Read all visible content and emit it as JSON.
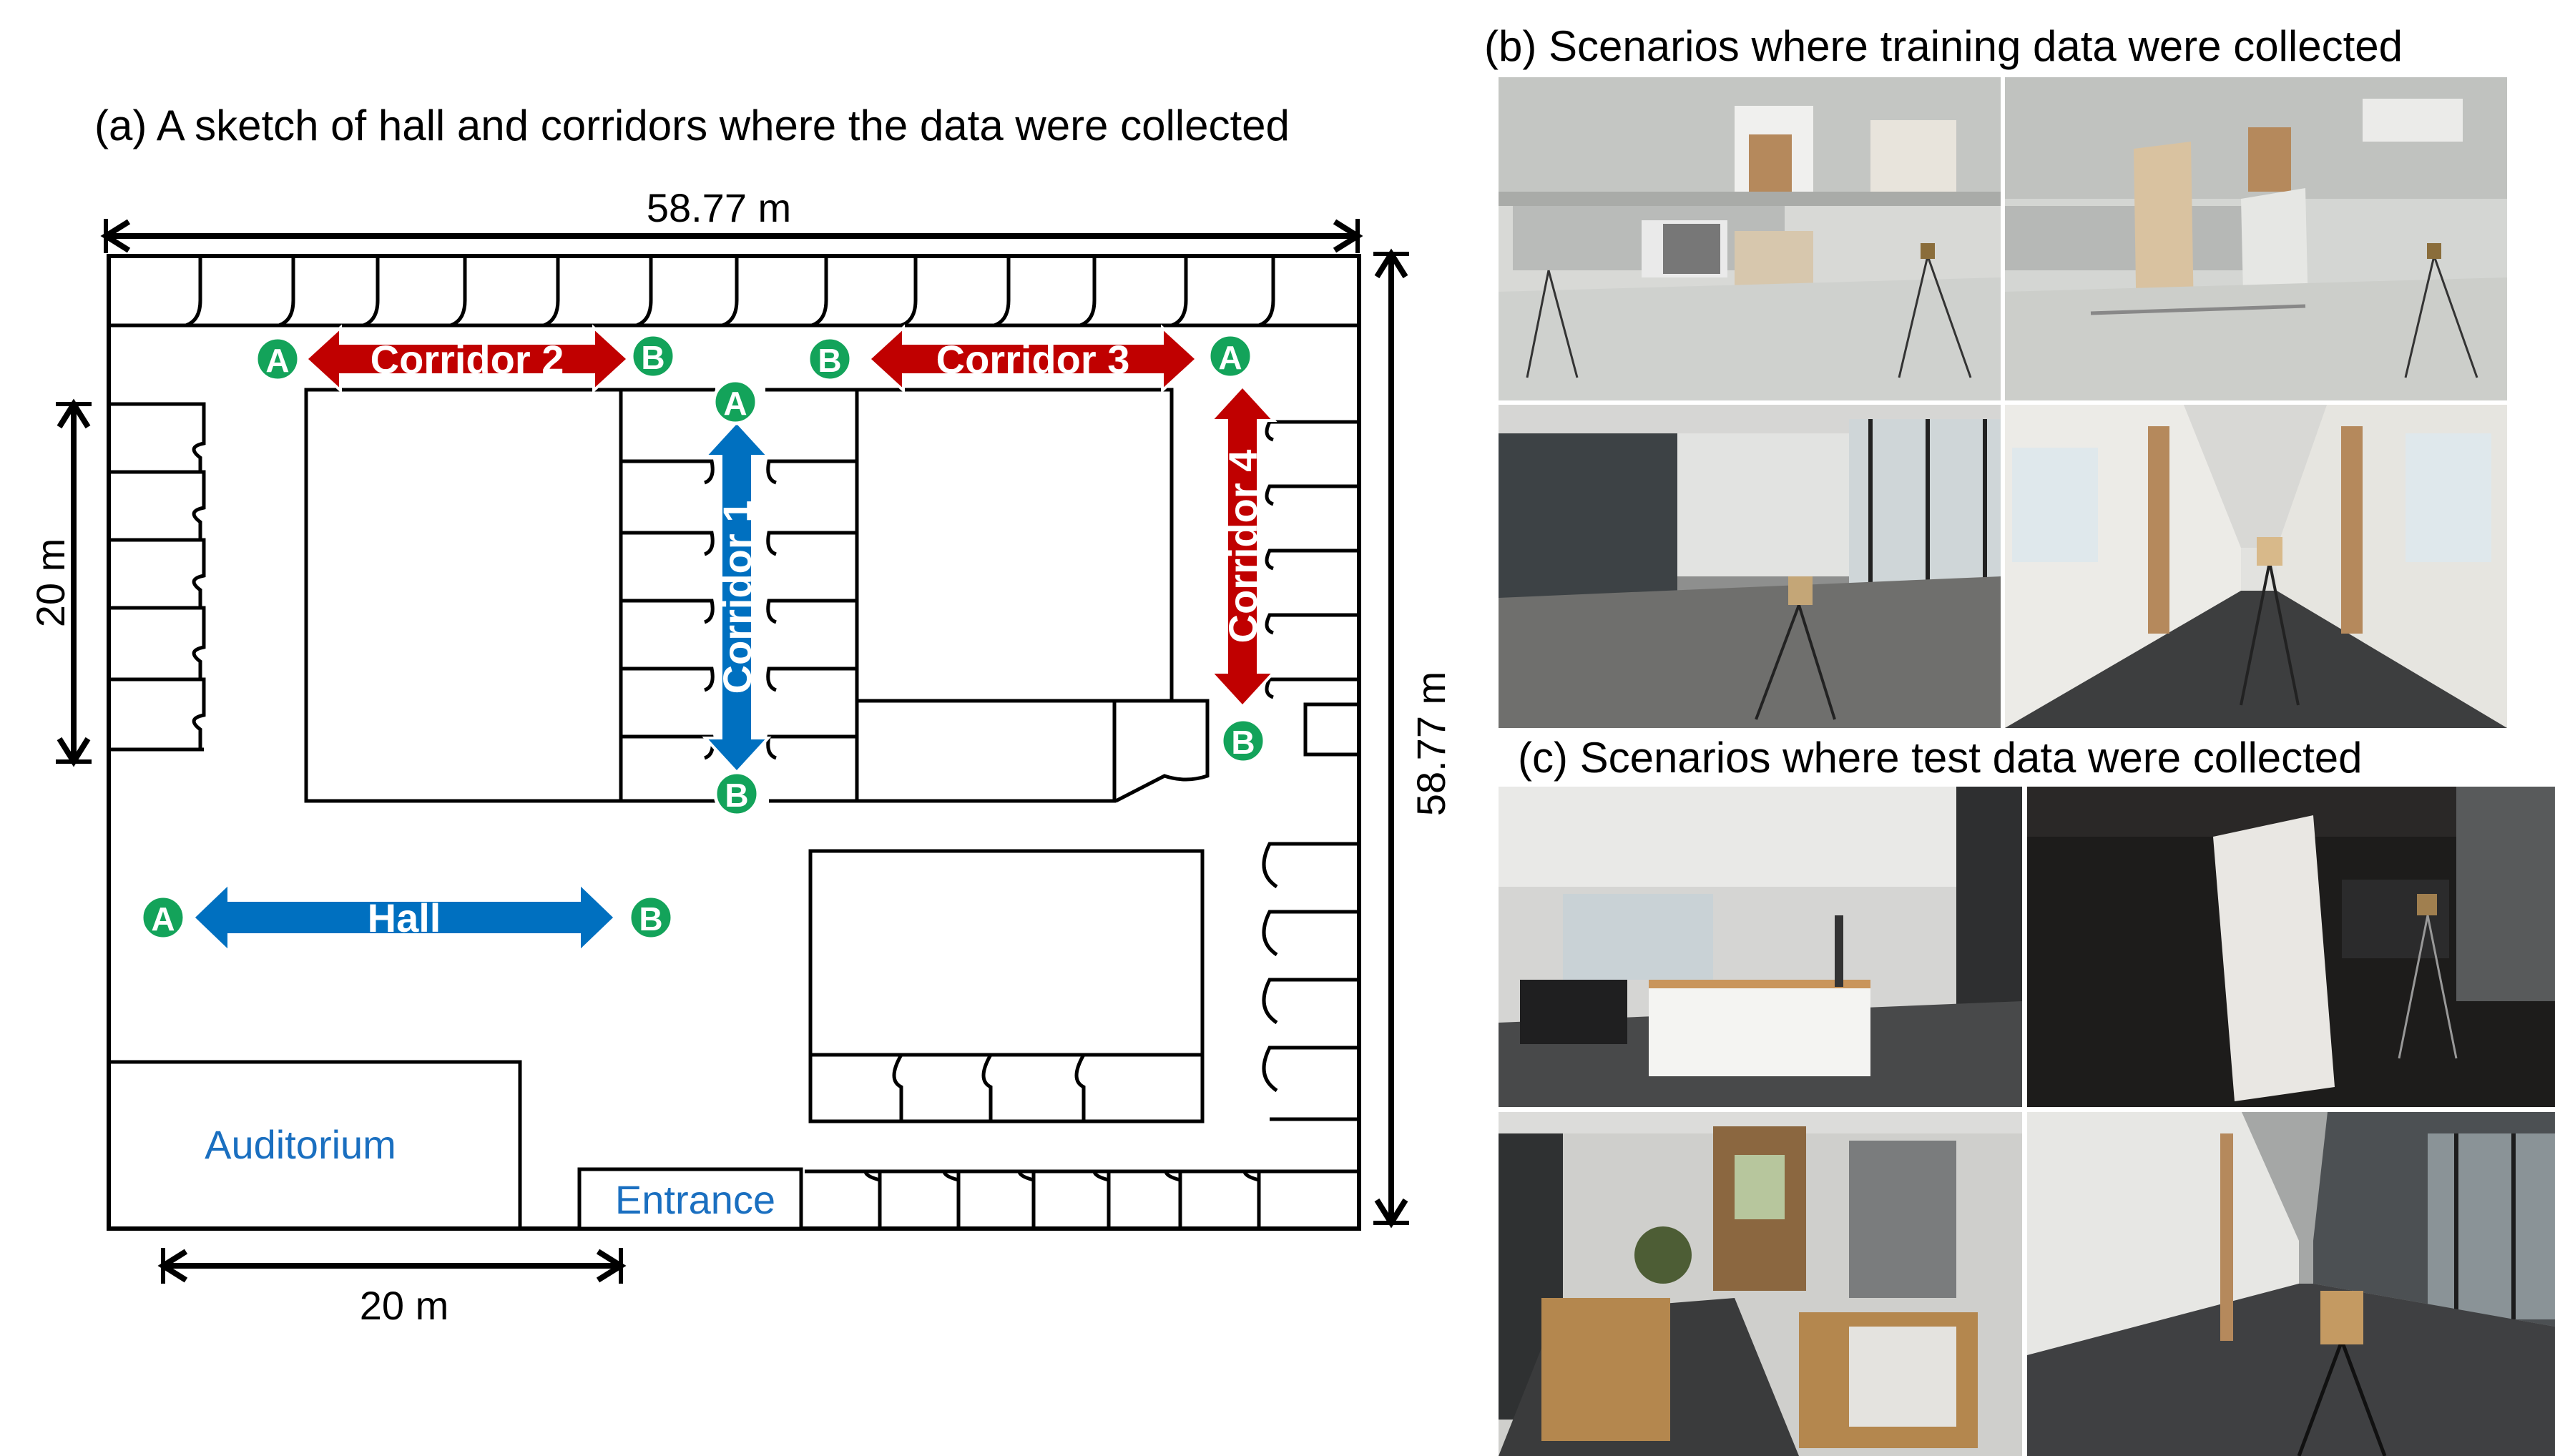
{
  "titles": {
    "a": "(a) A sketch of hall and corridors where the data were collected",
    "b": "(b) Scenarios where training data were collected",
    "c": "(c) Scenarios where test data were collected"
  },
  "dimensions": {
    "top_width": "58.77 m",
    "right_height": "58.77 m",
    "left_height": "20 m",
    "bottom_width": "20 m"
  },
  "corridors": {
    "c1": "Corridor 1",
    "c2": "Corridor 2",
    "c3": "Corridor 3",
    "c4": "Corridor 4",
    "hall": "Hall"
  },
  "point_labels": {
    "a": "A",
    "b": "B"
  },
  "rooms": {
    "auditorium": "Auditorium",
    "entrance": "Entrance"
  },
  "colors": {
    "red": "#c00000",
    "blue": "#0070c0",
    "green": "#13a35a",
    "room_text": "#1a6fc0"
  },
  "photos": {
    "training": [
      "lab-room-with-tripod",
      "lab-room-with-panels",
      "hall-with-tripod",
      "corridor-with-tripod"
    ],
    "test": [
      "lounge-area",
      "dark-room-with-panel",
      "reception-desk",
      "glass-corridor-with-tripod"
    ]
  }
}
